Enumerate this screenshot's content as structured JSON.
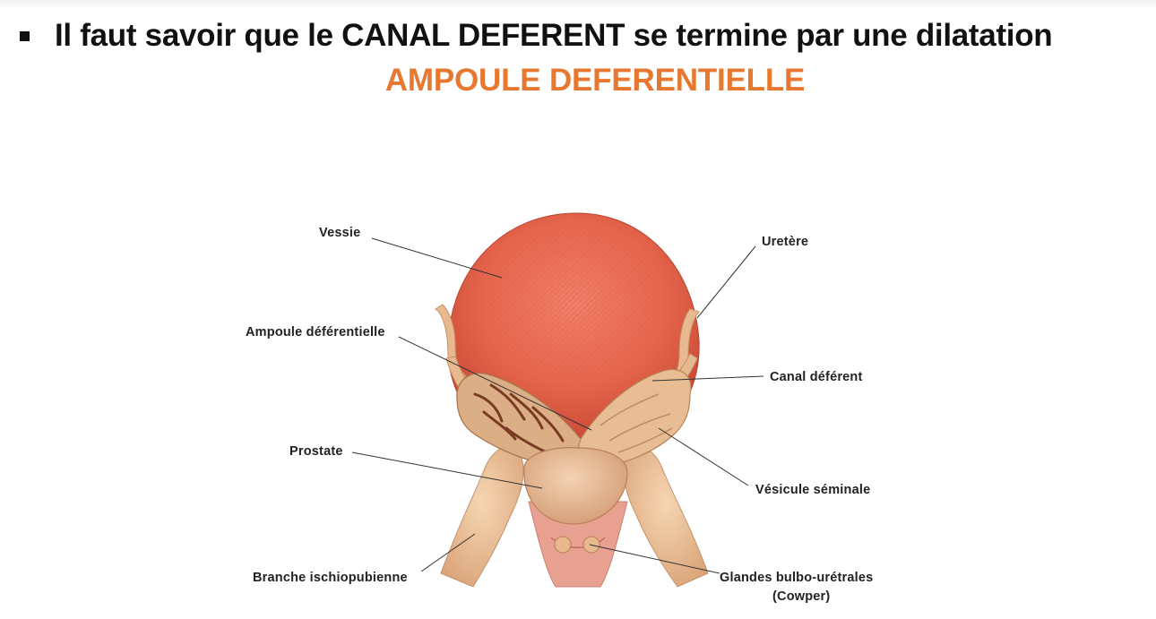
{
  "slide": {
    "bullet_text": "Il faut savoir que le CANAL DEFERENT se termine par une dilatation",
    "highlight": "AMPOULE DEFERENTIELLE",
    "highlight_color": "#e8782f"
  },
  "figure": {
    "labels": {
      "vessie": "Vessie",
      "uretere": "Uretère",
      "ampoule": "Ampoule déférentielle",
      "canal": "Canal déférent",
      "prostate": "Prostate",
      "vesicule": "Vésicule séminale",
      "branche": "Branche ischiopubienne",
      "glandes": "Glandes bulbo-urétrales",
      "cowper": "(Cowper)"
    }
  }
}
